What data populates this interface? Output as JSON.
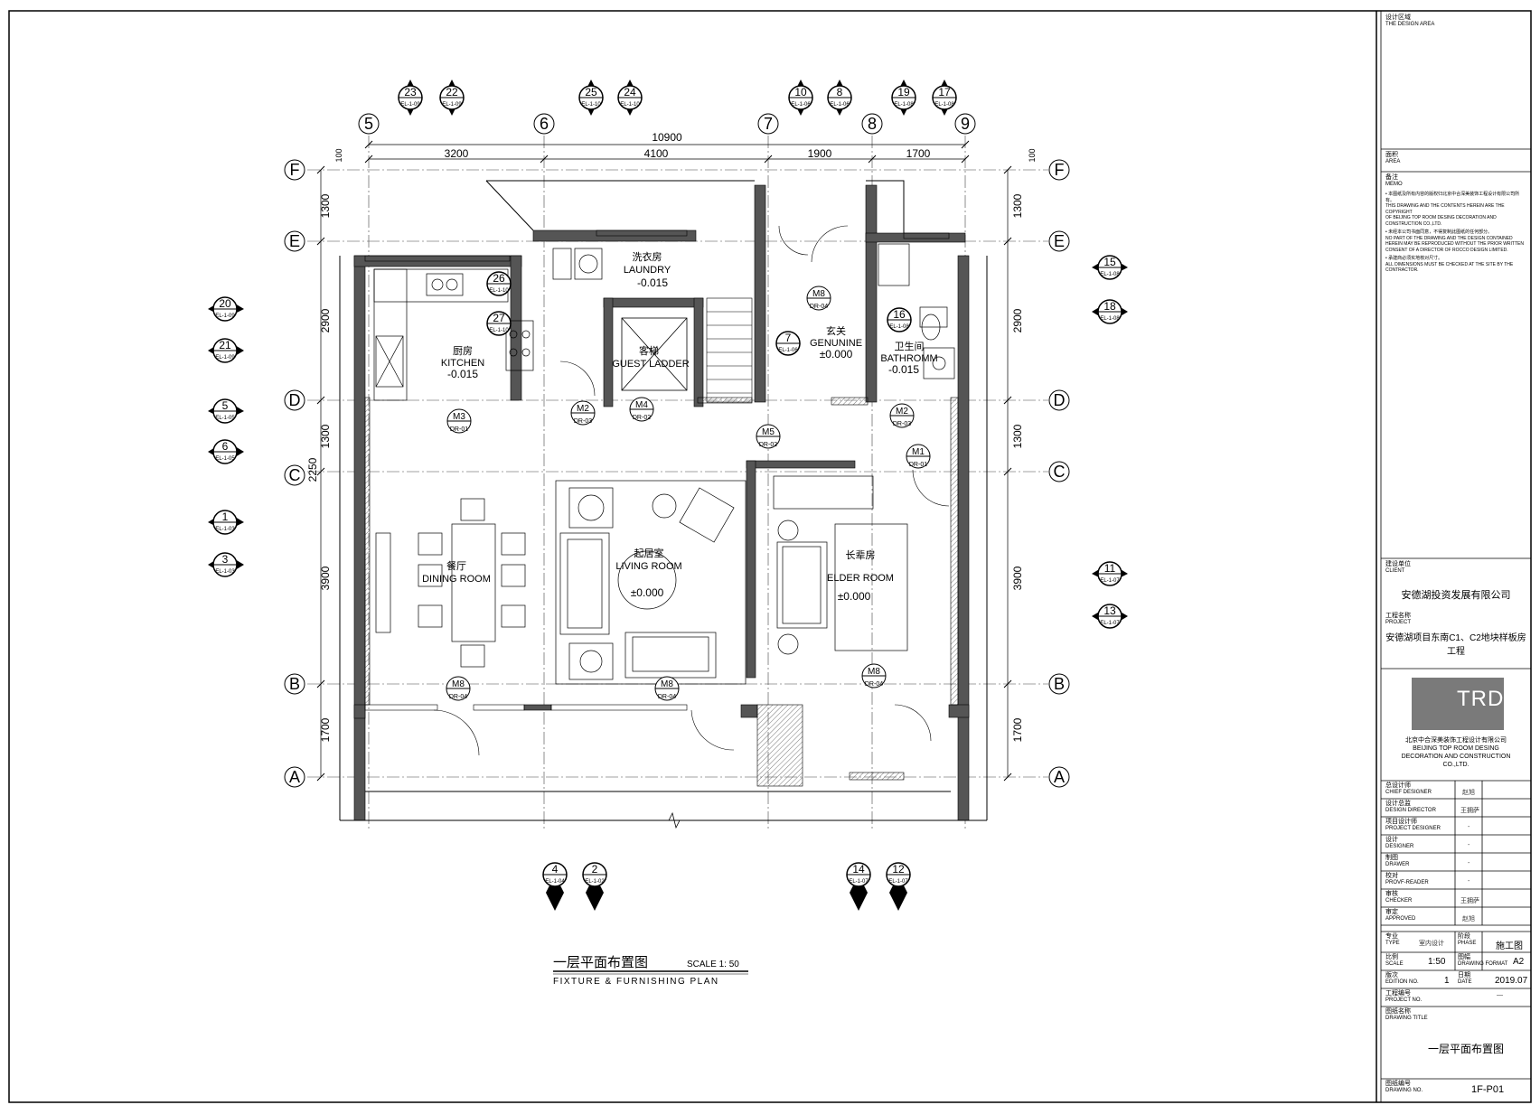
{
  "drawing": {
    "title_cn": "一层平面布置图",
    "title_en": "FIXTURE & FURNISHING PLAN",
    "scale_label": "SCALE 1: 50"
  },
  "dimensions": {
    "top_total": "10900",
    "top_segments": [
      "3200",
      "4100",
      "1900",
      "1700"
    ],
    "side_segments": [
      "1300",
      "2900",
      "1300",
      "3900",
      "1700"
    ],
    "left_extra": "2250",
    "offset": "100"
  },
  "grid_axes": {
    "columns": [
      "5",
      "6",
      "7",
      "8",
      "9"
    ],
    "rows": [
      "F",
      "E",
      "D",
      "C",
      "B",
      "A"
    ]
  },
  "rooms": [
    {
      "cn": "洗衣房",
      "en": "LAUNDRY",
      "level": "-0.015"
    },
    {
      "cn": "厨房",
      "en": "KITCHEN",
      "level": "-0.015"
    },
    {
      "cn": "客梯",
      "en": "GUEST LADDER",
      "level": ""
    },
    {
      "cn": "玄关",
      "en": "GENUNINE",
      "level": "±0.000"
    },
    {
      "cn": "卫生间",
      "en": "BATHROMM",
      "level": "-0.015"
    },
    {
      "cn": "餐厅",
      "en": "DINING ROOM",
      "level": ""
    },
    {
      "cn": "起居室",
      "en": "LIVING ROOM",
      "level": "±0.000"
    },
    {
      "cn": "长辈房",
      "en": "ELDER ROOM",
      "level": "±0.000"
    }
  ],
  "door_tags": [
    {
      "top": "M8",
      "bottom": "DR-04"
    },
    {
      "top": "M3",
      "bottom": "DR-01"
    },
    {
      "top": "M2",
      "bottom": "DR-03"
    },
    {
      "top": "M4",
      "bottom": "DR-02"
    },
    {
      "top": "M5",
      "bottom": "DR-02"
    },
    {
      "top": "M2",
      "bottom": "DR-03"
    },
    {
      "top": "M1",
      "bottom": "DR-01"
    },
    {
      "top": "M8",
      "bottom": "DR-04"
    },
    {
      "top": "M8",
      "bottom": "DR-04"
    },
    {
      "top": "M8",
      "bottom": "DR-04"
    }
  ],
  "elevation_markers": [
    {
      "num": "23",
      "ref": "EL-1-09"
    },
    {
      "num": "22",
      "ref": "EL-1-09"
    },
    {
      "num": "25",
      "ref": "EL-1-10"
    },
    {
      "num": "24",
      "ref": "EL-1-10"
    },
    {
      "num": "10",
      "ref": "EL-1-06"
    },
    {
      "num": "8",
      "ref": "EL-1-06"
    },
    {
      "num": "19",
      "ref": "EL-1-08"
    },
    {
      "num": "17",
      "ref": "EL-1-08"
    },
    {
      "num": "20",
      "ref": "EL-1-09"
    },
    {
      "num": "21",
      "ref": "EL-1-09"
    },
    {
      "num": "5",
      "ref": "EL-1-05"
    },
    {
      "num": "6",
      "ref": "EL-1-05"
    },
    {
      "num": "1",
      "ref": "EL-1-03"
    },
    {
      "num": "3",
      "ref": "EL-1-03"
    },
    {
      "num": "15",
      "ref": "EL-1-08"
    },
    {
      "num": "18",
      "ref": "EL-1-08"
    },
    {
      "num": "11",
      "ref": "EL-1-07"
    },
    {
      "num": "13",
      "ref": "EL-1-07"
    },
    {
      "num": "4",
      "ref": "EL-1-04"
    },
    {
      "num": "2",
      "ref": "EL-1-02"
    },
    {
      "num": "14",
      "ref": "EL-1-07"
    },
    {
      "num": "12",
      "ref": "EL-1-07"
    },
    {
      "num": "26",
      "ref": "EL-1-10"
    },
    {
      "num": "27",
      "ref": "EL-1-10"
    },
    {
      "num": "7",
      "ref": "EL-1-06"
    },
    {
      "num": "16",
      "ref": "EL-1-08"
    }
  ],
  "title_block": {
    "design_area": {
      "cn": "设计区域",
      "en": "THE DESIGN AREA"
    },
    "area": {
      "cn": "面积",
      "en": "AREA"
    },
    "memo": {
      "cn": "备注",
      "en": "MEMO"
    },
    "memo_lines": [
      "• 本图纸及所有内容的版权归北京中合深美装饰工程设计有限公司所有。",
      "THIS DRAWING AND THE CONTENTS HEREIN ARE THE COPYRIGHT",
      "OF BEIJING TOP ROOM DESING DECORATION AND CONSTRUCTION CO.,LTD.",
      "• 未经本公司书面同意，不得复制此图纸的任何部分。",
      "NO PART OF THE DRAWING AND THE DESIGN CONTAINED",
      "HEREIN MAY BE REPRODUCED WITHOUT THE PRIOR WRITTEN",
      "CONSENT OF A DIRECTOR OF ROCCO DESIGN LIMITED.",
      "• 承建商必须实地核对尺寸。",
      "ALL DIMENSIONS MUST BE CHECKED AT THE SITE BY THE",
      "CONTRACTOR."
    ],
    "client": {
      "cn": "建设单位",
      "en": "CLIENT",
      "value": "安德湖投资发展有限公司"
    },
    "project": {
      "cn": "工程名称",
      "en": "PROJECT",
      "value": "安德湖项目东南C1、C2地块样板房工程"
    },
    "company": {
      "logo_text": "TRD",
      "cn": "北京中合深美装饰工程设计有限公司",
      "en1": "BEIJING TOP ROOM DESING",
      "en2": "DECORATION AND CONSTRUCTION",
      "en3": "CO.,LTD."
    },
    "signatures": [
      {
        "cn": "总设计师",
        "en": "CHIEF DESIGNER",
        "value": "赵旭"
      },
      {
        "cn": "设计总监",
        "en": "DESIGN DIRECTOR",
        "value": "王拥萨"
      },
      {
        "cn": "项目设计师",
        "en": "PROJECT DESIGNER",
        "value": "-"
      },
      {
        "cn": "设计",
        "en": "DESIGNER",
        "value": "-"
      },
      {
        "cn": "制图",
        "en": "DRAWER",
        "value": "-"
      },
      {
        "cn": "校对",
        "en": "PROVF-READER",
        "value": "-"
      },
      {
        "cn": "审核",
        "en": "CHECKER",
        "value": "王拥萨"
      },
      {
        "cn": "审定",
        "en": "APPROVED",
        "value": "赵旭"
      }
    ],
    "type": {
      "cn": "专业",
      "en": "TYPE",
      "value": "室内设计"
    },
    "phase": {
      "cn": "阶段",
      "en": "PHASE",
      "value": "施工图"
    },
    "scale": {
      "cn": "比例",
      "en": "SCALE",
      "value": "1:50"
    },
    "format": {
      "cn": "图幅",
      "en": "DRAWING FORMAT",
      "value": "A2"
    },
    "edition": {
      "cn": "版次",
      "en": "EDITION NO.",
      "value": "1"
    },
    "date": {
      "cn": "日期",
      "en": "DATE",
      "value": "2019.07"
    },
    "project_no": {
      "cn": "工程编号",
      "en": "PROJECT NO.",
      "value": "—"
    },
    "drawing_title": {
      "cn": "图纸名称",
      "en": "DRAWING TITLE",
      "value": "一层平面布置图"
    },
    "drawing_no": {
      "cn": "图纸编号",
      "en": "DRAWING NO.",
      "value": "1F-P01"
    }
  }
}
